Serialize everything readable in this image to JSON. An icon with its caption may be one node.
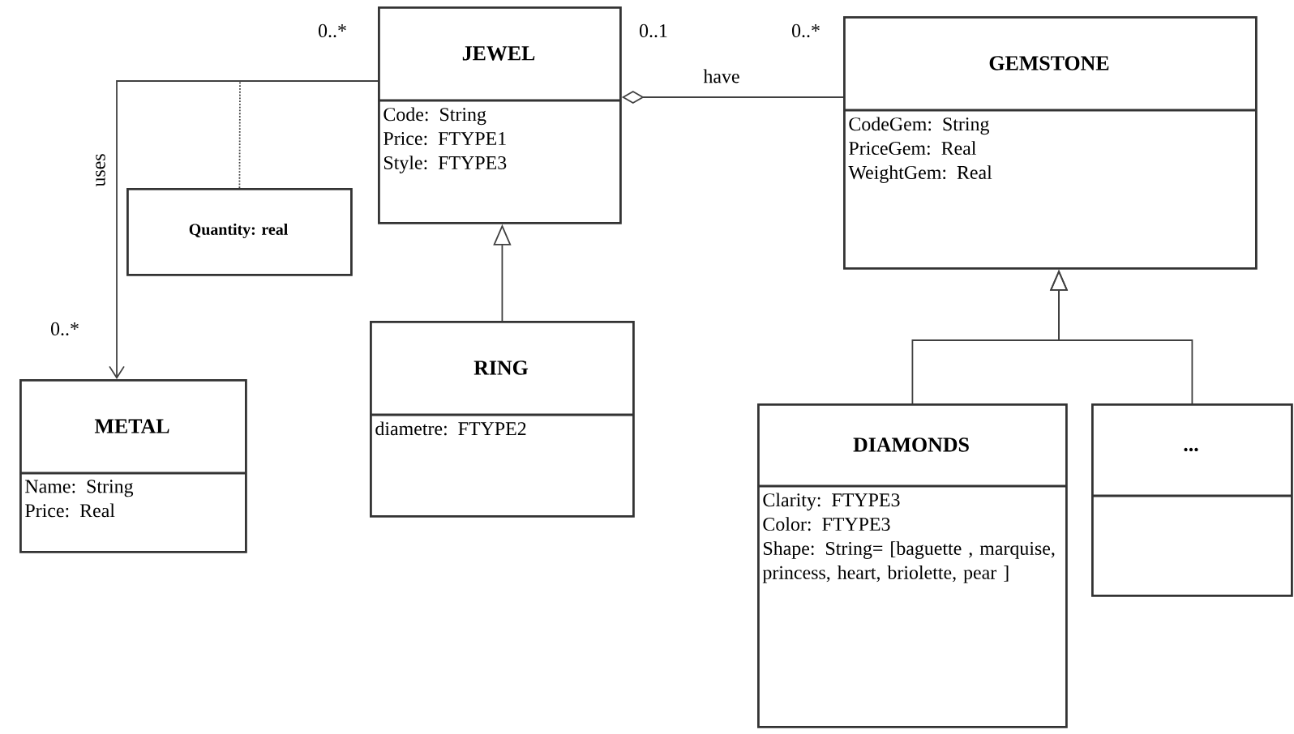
{
  "diagram": {
    "nodes": [
      {
        "text": [
          "JEWEL",
          "Code: String",
          "Price: FTYPE1",
          "Style: FTYPE3"
        ]
      },
      {
        "text": [
          "GEMSTONE",
          "CodeGem: String",
          "PriceGem: Real",
          "WeightGem: Real"
        ]
      },
      {
        "text": [
          "Quantity: real"
        ]
      },
      {
        "text": [
          "METAL",
          "Name: String",
          "Price: Real"
        ]
      },
      {
        "text": [
          "RING",
          "diametre: FTYPE2"
        ]
      },
      {
        "text": [
          "DIAMONDS",
          "Clarity: FTYPE3",
          "Color: FTYPE3",
          "Shape: String= [baguette , marquise, princess, heart, briolette, pear ]"
        ]
      },
      {
        "text": [
          "..."
        ]
      }
    ],
    "edges": [
      {
        "from": 0,
        "to": 3,
        "arrow": "to",
        "label": "uses"
      },
      {
        "from": 0,
        "to": 1,
        "arrow": "other",
        "label": "have"
      },
      {
        "from": 4,
        "to": 0,
        "arrow": "to"
      },
      {
        "from": 5,
        "to": 1,
        "arrow": "to"
      },
      {
        "from": 6,
        "to": 1,
        "arrow": "to"
      },
      {
        "from": 2,
        "to": null,
        "arrow": "none",
        "style": "dashed"
      }
    ],
    "labels": [
      "0..*",
      "0..1",
      "0..*",
      "0..*"
    ]
  }
}
